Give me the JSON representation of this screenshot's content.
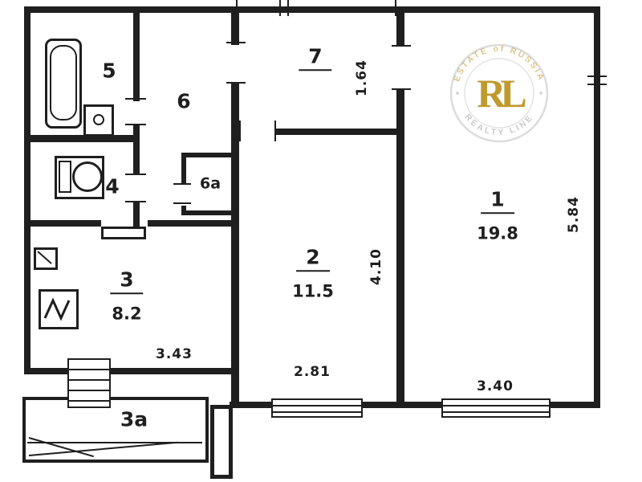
{
  "plan": {
    "ink_color": "#1f1f1f",
    "rooms": {
      "r1": {
        "number": "1",
        "area": "19.8"
      },
      "r2": {
        "number": "2",
        "area": "11.5"
      },
      "r3": {
        "number": "3",
        "area": "8.2"
      },
      "r3a": {
        "number": "3a"
      },
      "r4": {
        "number": "4"
      },
      "r5": {
        "number": "5"
      },
      "r6": {
        "number": "6"
      },
      "r6a": {
        "number": "6a"
      },
      "r7": {
        "number": "7"
      }
    },
    "dimensions": {
      "room7_depth": "1.64",
      "room2_length": "4.10",
      "room1_length": "5.84",
      "room2_width": "2.81",
      "room1_width": "3.40",
      "room3_width": "3.43"
    }
  },
  "watermark": {
    "monogram": "RL",
    "arc_top": "ESTATE of RUSSIA",
    "arc_bottom": "REALTY LINE",
    "gold": "#c09a2e",
    "gray": "#c6c6c6"
  }
}
